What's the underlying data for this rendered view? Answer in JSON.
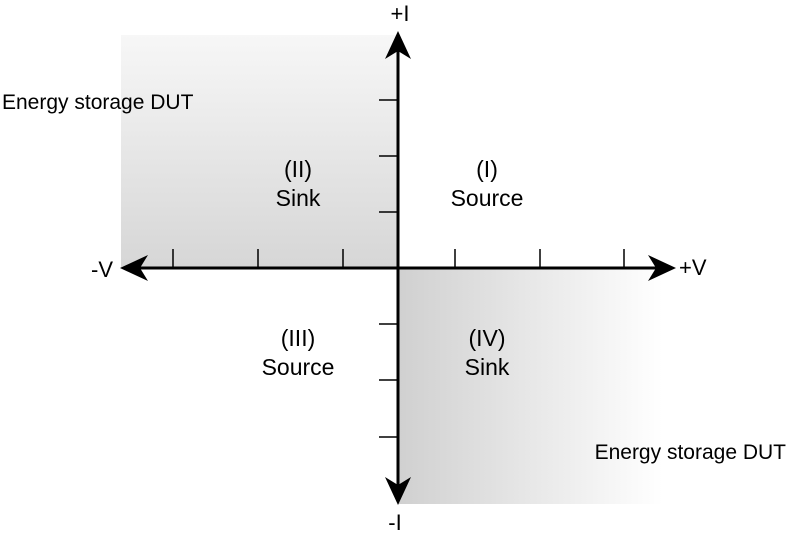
{
  "axes": {
    "y_positive": "+I",
    "y_negative": "-I",
    "x_positive": "+V",
    "x_negative": "-V"
  },
  "quadrants": {
    "q1": {
      "numeral": "(I)",
      "role": "Source"
    },
    "q2": {
      "numeral": "(II)",
      "role": "Sink"
    },
    "q3": {
      "numeral": "(III)",
      "role": "Source"
    },
    "q4": {
      "numeral": "(IV)",
      "role": "Sink"
    }
  },
  "annotations": {
    "upper_left": "Energy storage DUT",
    "lower_right": "Energy storage DUT"
  },
  "colors": {
    "line": "#000000",
    "shade_dark": "#d6d6d6",
    "shade_light": "#ffffff"
  }
}
